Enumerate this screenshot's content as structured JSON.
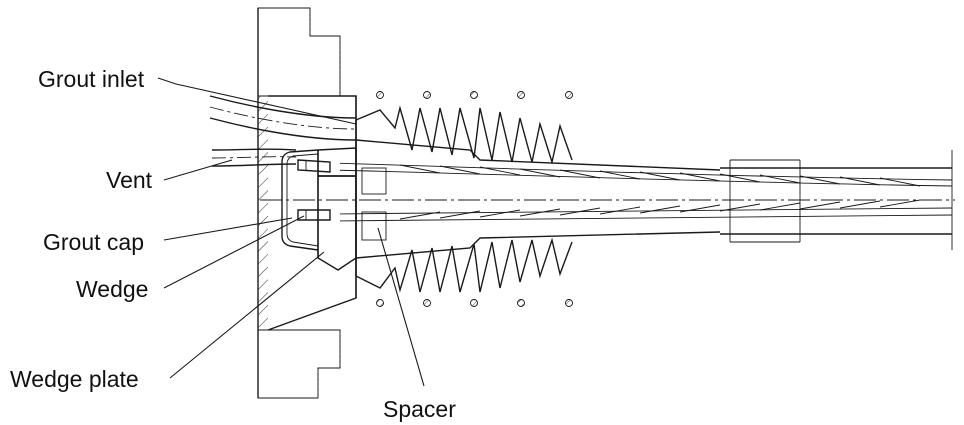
{
  "labels": {
    "grout_inlet": "Grout inlet",
    "vent": "Vent",
    "grout_cap": "Grout cap",
    "wedge": "Wedge",
    "wedge_plate": "Wedge plate",
    "spacer": "Spacer"
  },
  "colors": {
    "line": "#1a1a1a",
    "background": "#ffffff"
  }
}
